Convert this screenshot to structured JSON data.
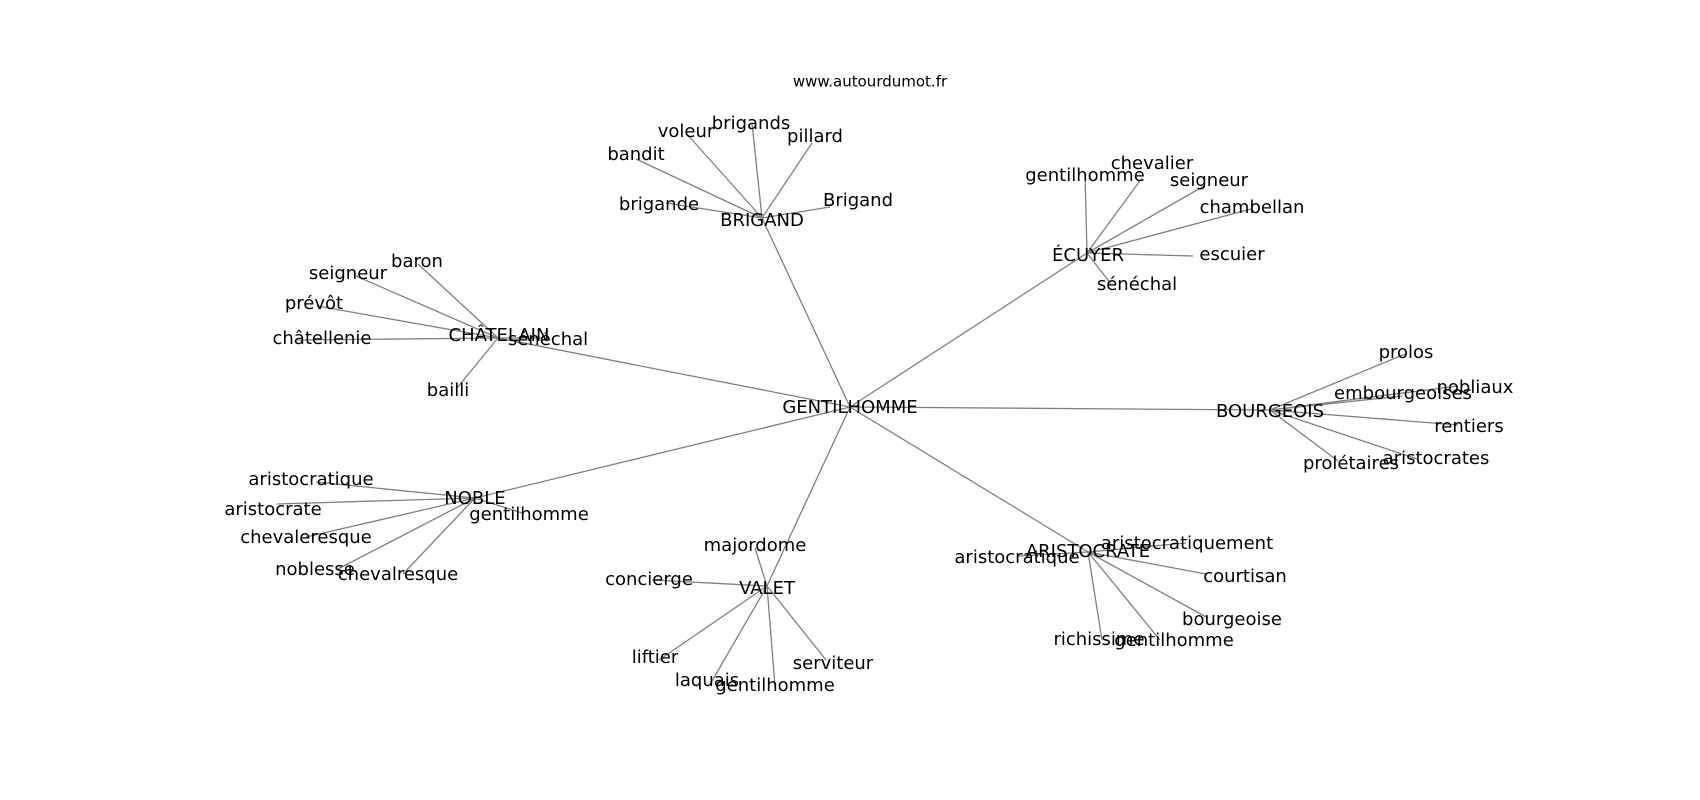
{
  "site": "www.autourdumot.fr",
  "center": "GENTILHOMME",
  "groups": [
    {
      "hub": "BRIGAND",
      "leaves": [
        "bandit",
        "voleur",
        "brigands",
        "pillard",
        "brigande",
        "Brigand"
      ]
    },
    {
      "hub": "ÉCUYER",
      "leaves": [
        "gentilhomme",
        "chevalier",
        "seigneur",
        "chambellan",
        "escuier",
        "sénéchal"
      ]
    },
    {
      "hub": "CHÂTELAIN",
      "leaves": [
        "baron",
        "seigneur",
        "prévôt",
        "châtellenie",
        "bailli",
        "sénéchal"
      ]
    },
    {
      "hub": "BOURGEOIS",
      "leaves": [
        "prolos",
        "embourgeoises",
        "nobliaux",
        "rentiers",
        "aristocrates",
        "prolétaires"
      ]
    },
    {
      "hub": "NOBLE",
      "leaves": [
        "aristocratique",
        "aristocrate",
        "chevaleresque",
        "noblesse",
        "chevalresque",
        "gentilhomme"
      ]
    },
    {
      "hub": "VALET",
      "leaves": [
        "majordome",
        "concierge",
        "liftier",
        "laquais",
        "gentilhomme",
        "serviteur"
      ]
    },
    {
      "hub": "ARISTOCRATE",
      "leaves": [
        "aristocratique",
        "aristocratiquement",
        "courtisan",
        "bourgeoise",
        "richissime",
        "gentilhomme"
      ]
    }
  ]
}
